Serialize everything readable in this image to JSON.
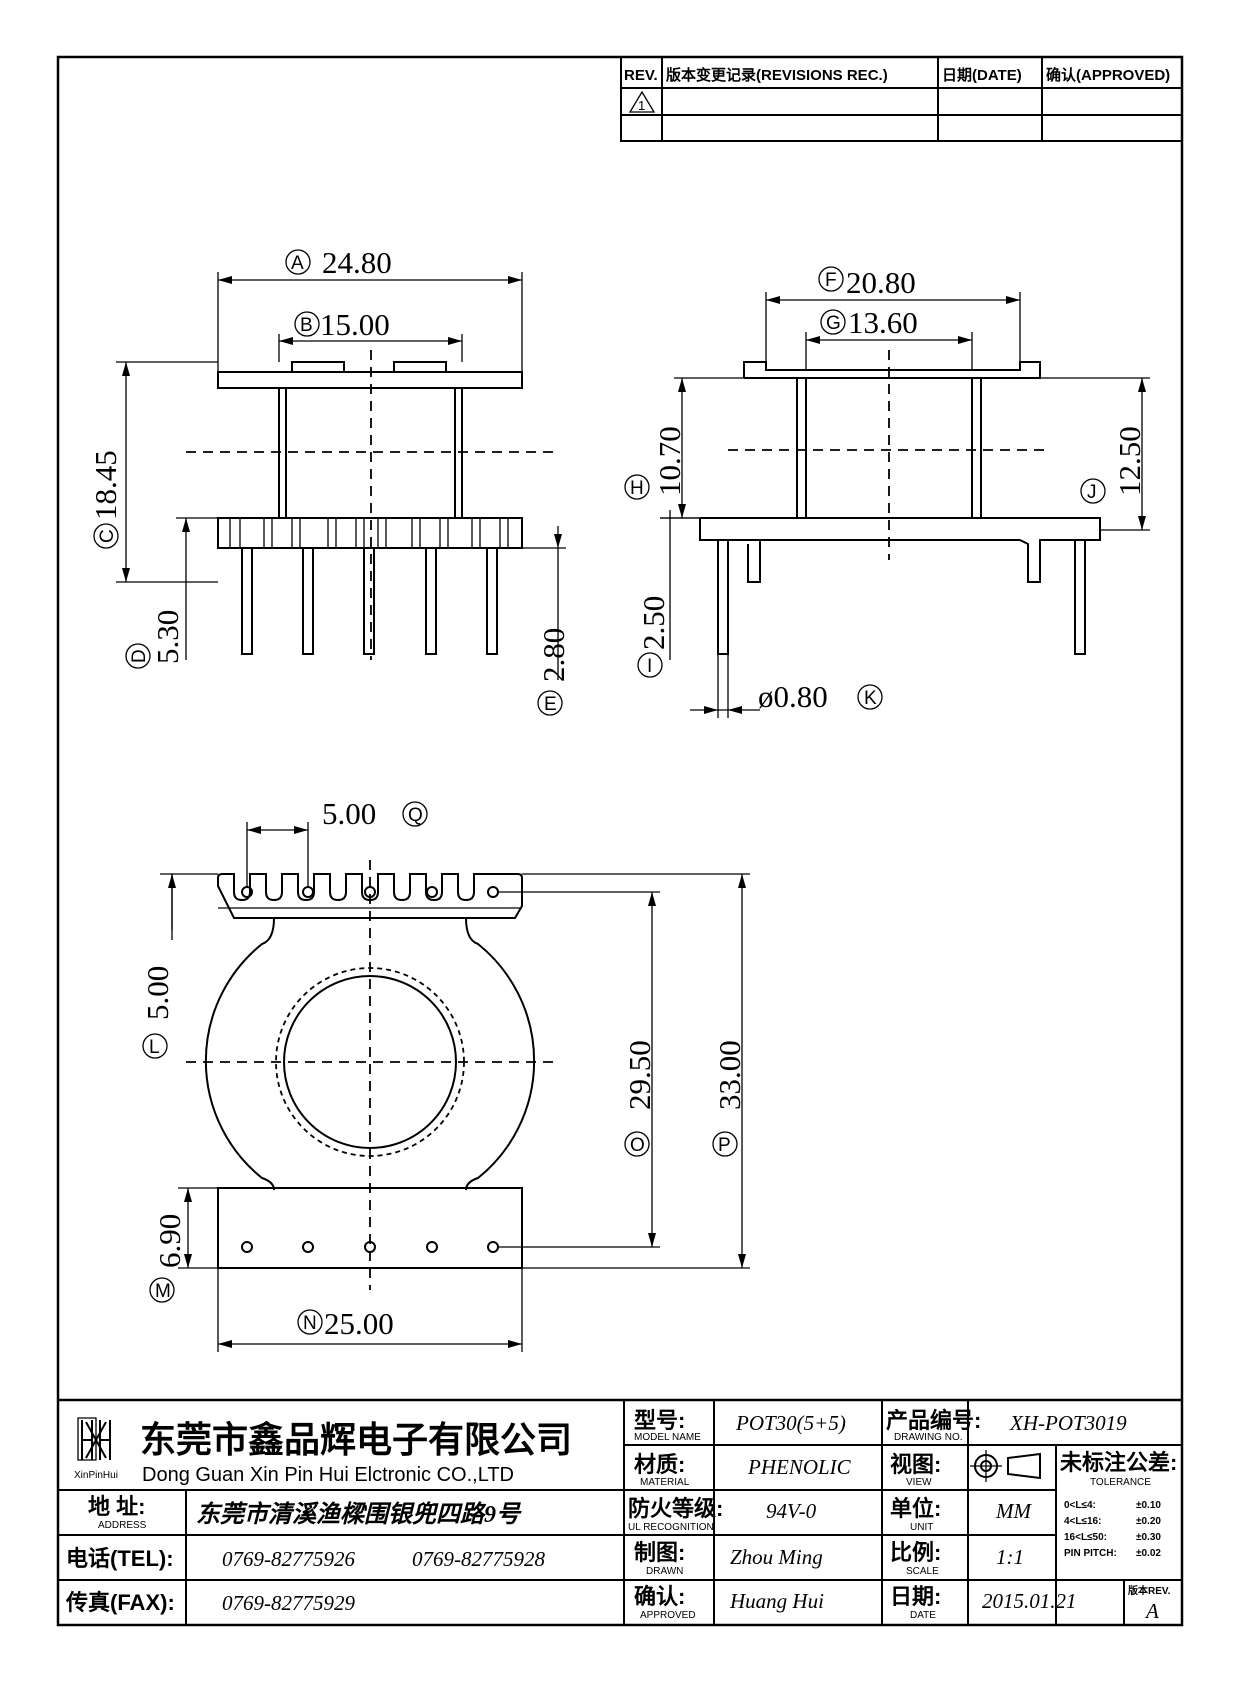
{
  "revision_table": {
    "headers": {
      "rev": "REV.",
      "record": "版本变更记录(REVISIONS REC.)",
      "date": "日期(DATE)",
      "approved": "确认(APPROVED)"
    },
    "row1_symbol": "1"
  },
  "front_view": {
    "A": {
      "letter": "A",
      "value": "24.80"
    },
    "B": {
      "letter": "B",
      "value": "15.00"
    },
    "C": {
      "letter": "C",
      "value": "18.45"
    },
    "D": {
      "letter": "D",
      "value": "5.30"
    },
    "E": {
      "letter": "E",
      "value": "2.80"
    }
  },
  "side_view": {
    "F": {
      "letter": "F",
      "value": "20.80"
    },
    "G": {
      "letter": "G",
      "value": "13.60"
    },
    "H": {
      "letter": "H",
      "value": "10.70"
    },
    "J": {
      "letter": "J",
      "value": "12.50"
    },
    "I": {
      "letter": "I",
      "value": "2.50"
    },
    "K": {
      "letter": "K",
      "value": "ø0.80"
    }
  },
  "bottom_view": {
    "Q": {
      "letter": "Q",
      "value": "5.00"
    },
    "L": {
      "letter": "L",
      "value": "5.00"
    },
    "O": {
      "letter": "O",
      "value": "29.50"
    },
    "P": {
      "letter": "P",
      "value": "33.00"
    },
    "M": {
      "letter": "M",
      "value": "6.90"
    },
    "N": {
      "letter": "N",
      "value": "25.00"
    }
  },
  "title_block": {
    "logo_text": "XinPinHui",
    "company_cn": "东莞市鑫品辉电子有限公司",
    "company_en": "Dong Guan Xin Pin Hui Elctronic CO.,LTD",
    "address_label": "地 址:",
    "address_label_en": "ADDRESS",
    "address": "东莞市清溪渔樑围银兜四路9号",
    "tel_label": "电话(TEL):",
    "tel1": "0769-82775926",
    "tel2": "0769-82775928",
    "fax_label": "传真(FAX):",
    "fax": "0769-82775929",
    "model_label": "型号:",
    "model_label_en": "MODEL NAME",
    "model": "POT30(5+5)",
    "material_label": "材质:",
    "material_label_en": "MATERIAL",
    "material": "PHENOLIC",
    "flame_label": "防火等级:",
    "flame_label_en": "UL RECOGNITION",
    "flame": "94V-0",
    "drawn_label": "制图:",
    "drawn_label_en": "DRAWN",
    "drawn": "Zhou Ming",
    "approved_label": "确认:",
    "approved_label_en": "APPROVED",
    "approved": "Huang Hui",
    "drawing_no_label": "产品编号:",
    "drawing_no_label_en": "DRAWING NO.",
    "drawing_no": "XH-POT3019",
    "view_label": "视图:",
    "view_label_en": "VIEW",
    "unit_label": "单位:",
    "unit_label_en": "UNIT",
    "unit": "MM",
    "scale_label": "比例:",
    "scale_label_en": "SCALE",
    "scale": "1:1",
    "date_label": "日期:",
    "date_label_en": "DATE",
    "date": "2015.01.21",
    "tolerance_label": "未标注公差:",
    "tolerance_label_en": "TOLERANCE",
    "tolerances": [
      {
        "range": "0<L≤4:",
        "value": "±0.10"
      },
      {
        "range": "4<L≤16:",
        "value": "±0.20"
      },
      {
        "range": "16<L≤50:",
        "value": "±0.30"
      },
      {
        "range": "PIN PITCH:",
        "value": "±0.02"
      }
    ],
    "rev_label": "版本REV.",
    "rev": "A"
  }
}
